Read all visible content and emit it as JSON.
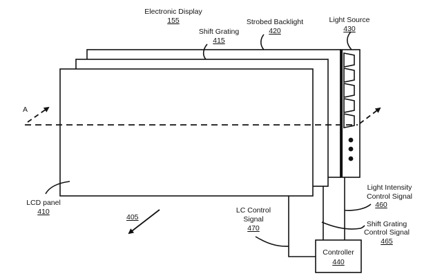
{
  "figure": {
    "title_label": "Electronic Display",
    "title_ref": "155"
  },
  "components": {
    "lcd_panel": {
      "label": "LCD panel",
      "ref": "410"
    },
    "shift_grating": {
      "label": "Shift Grating",
      "ref": "415"
    },
    "strobed_backlight": {
      "label": "Strobed Backlight",
      "ref": "420"
    },
    "light_source": {
      "label": "Light Source",
      "ref": "430"
    },
    "controller": {
      "label": "Controller",
      "ref": "440"
    }
  },
  "signals": {
    "light_intensity": {
      "label_line1": "Light Intensity",
      "label_line2": "Control Signal",
      "ref": "460"
    },
    "shift_grating": {
      "label_line1": "Shift Grating",
      "label_line2": "Control Signal",
      "ref": "465"
    },
    "lc_control": {
      "label_line1": "LC Control",
      "label_line2": "Signal",
      "ref": "470"
    }
  },
  "annotations": {
    "axis_label": "A",
    "viewer_ref": "405"
  },
  "colors": {
    "line": "#111111",
    "background": "#ffffff"
  }
}
